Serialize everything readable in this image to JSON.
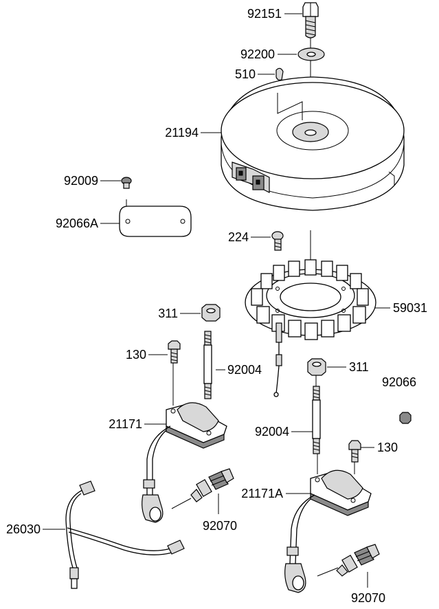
{
  "labels": {
    "bolt_top": "92151",
    "washer_top": "92200",
    "key": "510",
    "flywheel": "21194",
    "screw_plate": "92009",
    "plate": "92066A",
    "screw_stator": "224",
    "nut_left": "311",
    "stator": "59031",
    "bolt_left": "130",
    "stud_left": "92004",
    "nut_right": "311",
    "nut_small": "92066",
    "coil_left": "21171",
    "stud_right": "92004",
    "bolt_right": "130",
    "coil_right": "21171A",
    "harness": "26030",
    "plug_left": "92070",
    "plug_right": "92070"
  },
  "colors": {
    "line": "#000000",
    "shade_light": "#d8d8d8",
    "shade_dark": "#8a8a8a"
  }
}
